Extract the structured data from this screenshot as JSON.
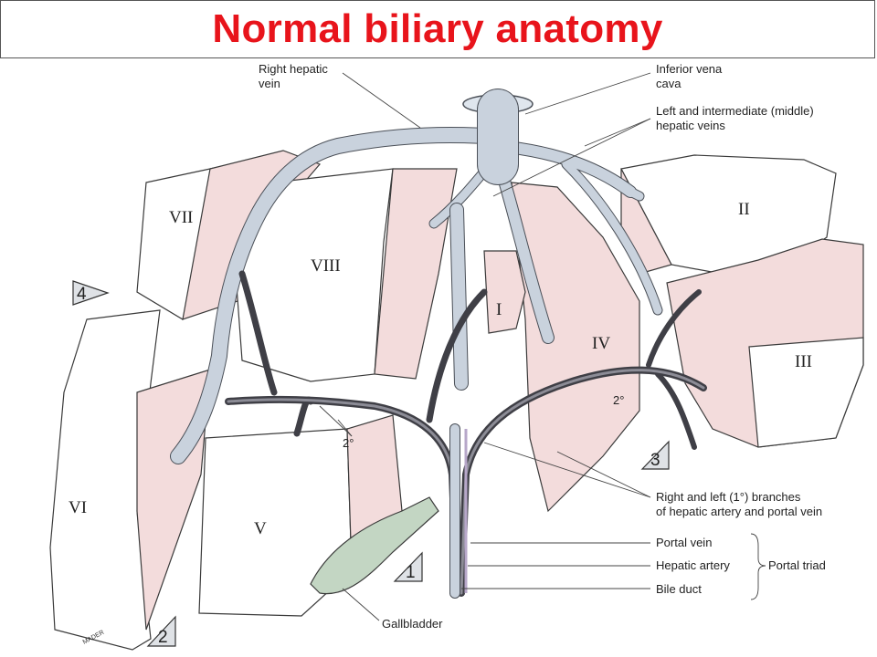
{
  "title": "Normal biliary anatomy",
  "segments": {
    "s1": "I",
    "s2": "II",
    "s3": "III",
    "s4": "IV",
    "s5": "V",
    "s6": "VI",
    "s7": "VII",
    "s8": "VIII"
  },
  "order_markers": {
    "m1": "1",
    "m2": "2",
    "m3": "3",
    "m4": "4"
  },
  "small_labels": {
    "second_order_right": "2°",
    "second_order_left": "2°"
  },
  "labels": {
    "right_hepatic_vein": [
      "Right hepatic",
      "vein"
    ],
    "inferior_vena_cava": [
      "Inferior vena",
      "cava"
    ],
    "left_middle_hepatic_veins": [
      "Left and intermediate (middle)",
      "hepatic veins"
    ],
    "branches": [
      "Right and left (1°) branches",
      "of hepatic artery and portal vein"
    ],
    "portal_vein": "Portal vein",
    "hepatic_artery": "Hepatic artery",
    "bile_duct": "Bile duct",
    "portal_triad": "Portal triad",
    "gallbladder": "Gallbladder",
    "artist_signature": "MADER"
  },
  "colors": {
    "title": "#e8141b",
    "lobe_fill": "#f3dcdc",
    "vein": "#c9d2dd",
    "portal_vessels": "#3f3f46"
  }
}
